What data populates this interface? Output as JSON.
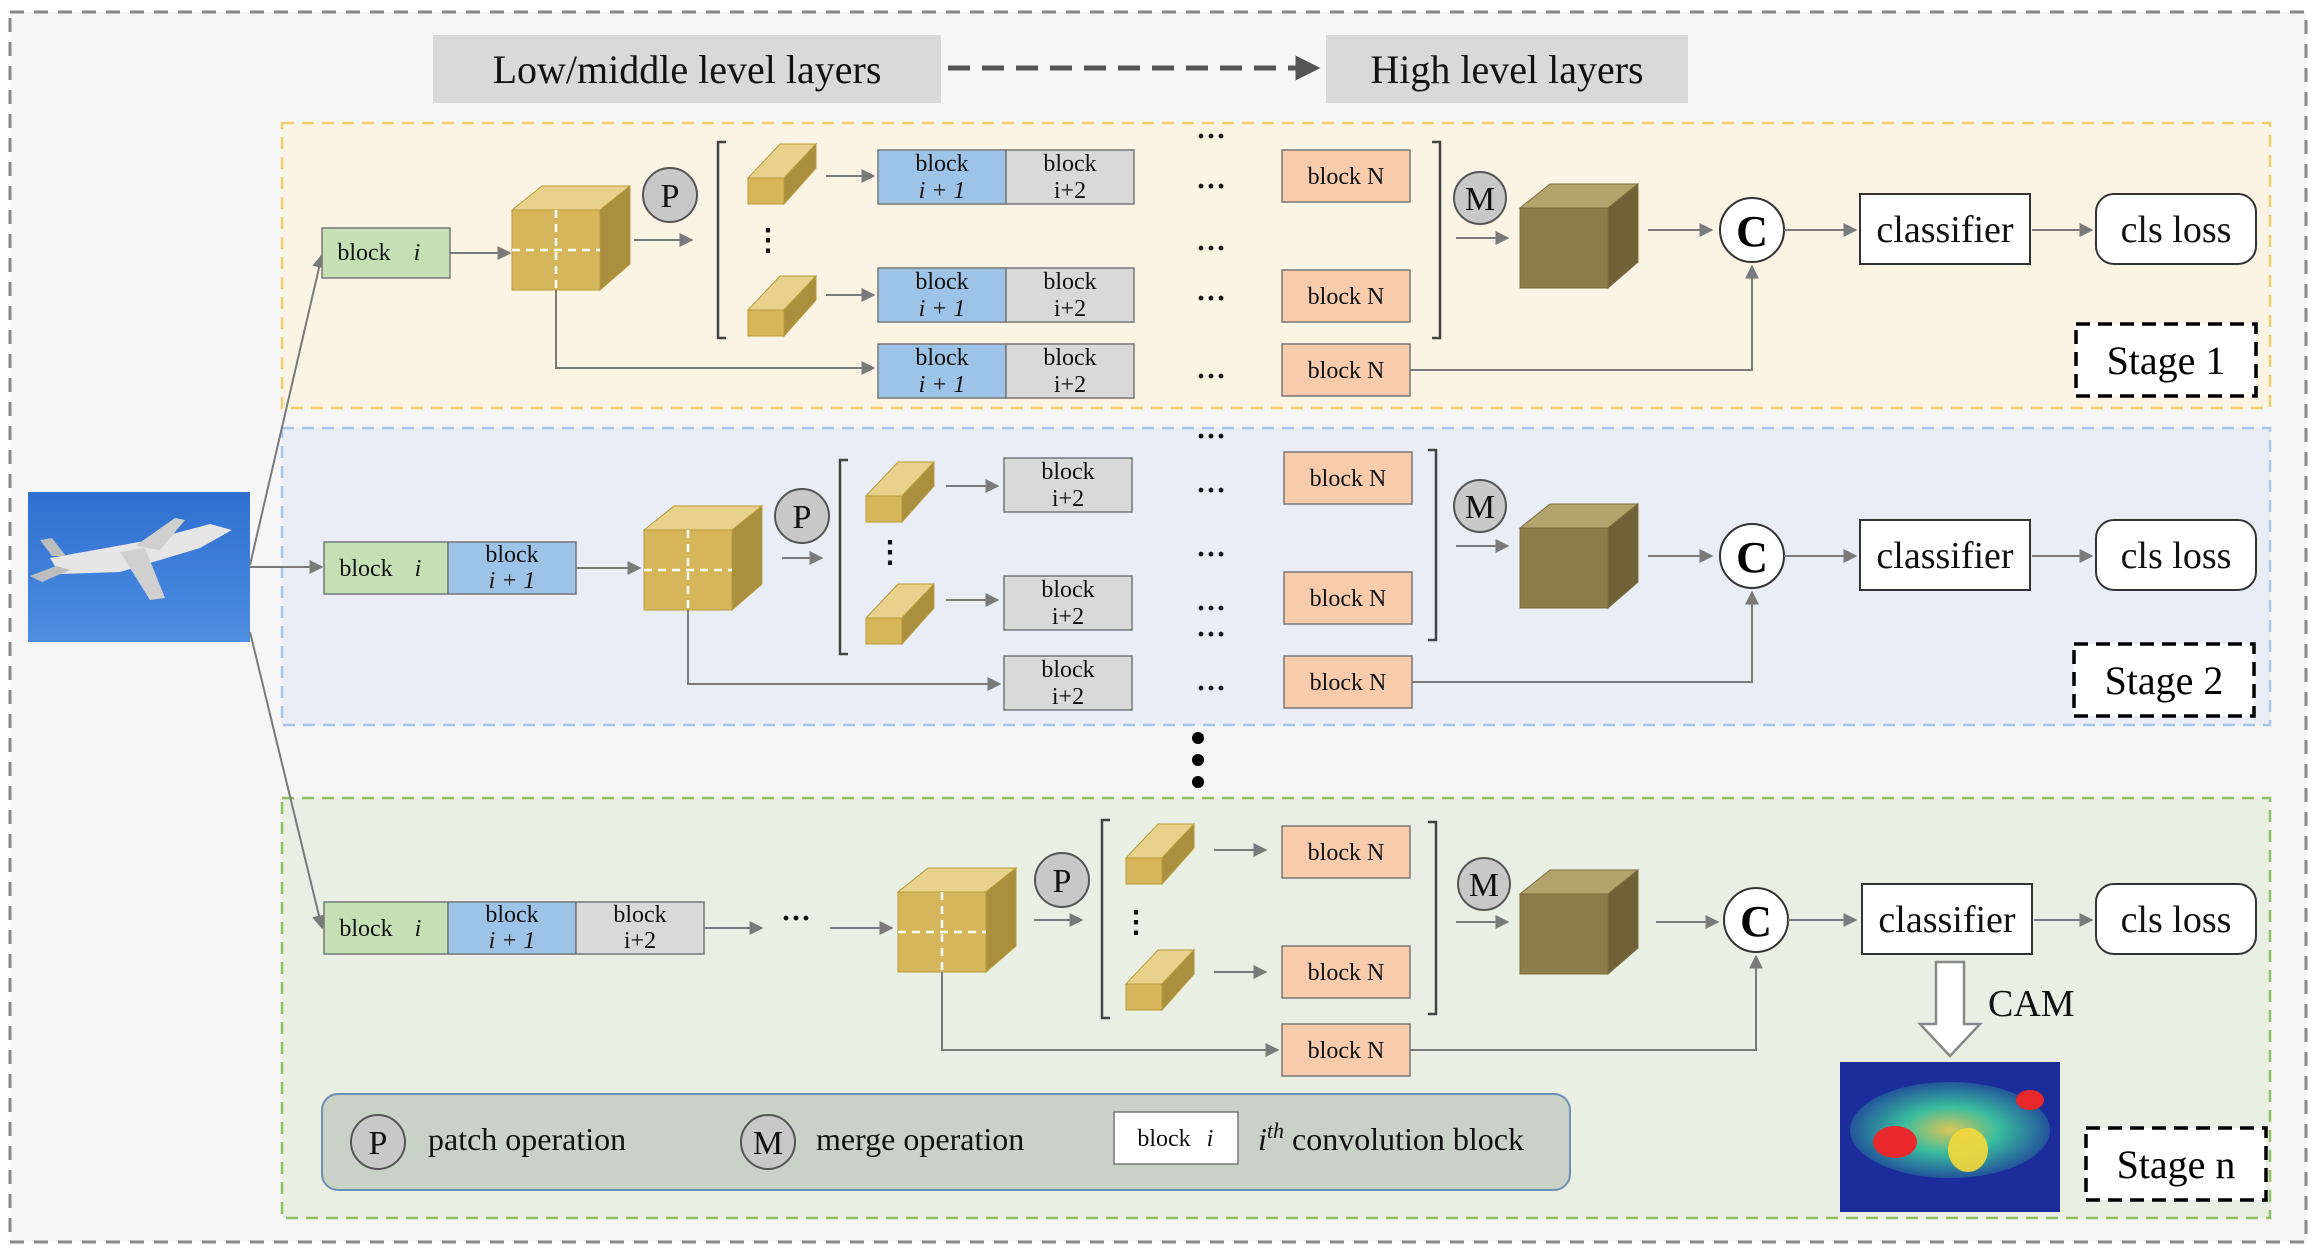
{
  "header": {
    "low_label": "Low/middle level layers",
    "high_label": "High level layers"
  },
  "blocks": {
    "block_i_word": "block",
    "block_i_var": "i",
    "block_i1_word": "block",
    "block_i1_var": "i + 1",
    "block_i2_word": "block",
    "block_i2_var": "i+2",
    "block_n": "block N"
  },
  "symbols": {
    "patch": "P",
    "merge": "M",
    "concat": "C",
    "ellipsis": "···"
  },
  "heads": {
    "classifier": "classifier",
    "loss": "cls loss",
    "cam": "CAM"
  },
  "stages": [
    "Stage 1",
    "Stage 2",
    "Stage n"
  ],
  "legend": {
    "patch_label": "patch operation",
    "merge_label": "merge operation",
    "block_word": "block",
    "block_var": "i",
    "conv_label": "convolution block",
    "conv_prefix": "i",
    "conv_sup": "th"
  },
  "colors": {
    "stage1_bg": "#fbf3e3",
    "stage1_border": "#f2cf6a",
    "stage2_bg": "#e9eef6",
    "stage2_border": "#a9c6ea",
    "stagen_bg": "#e9efe3",
    "stagen_border": "#8dbf63",
    "block_i": "#c5e0b4",
    "block_i1": "#9dc3e6",
    "block_i2": "#d9d9d9",
    "block_n": "#f8cbad",
    "cube_gold": "#d6b65a",
    "cube_dark": "#8c7c4a",
    "legend_bg": "#c8d2c6"
  }
}
